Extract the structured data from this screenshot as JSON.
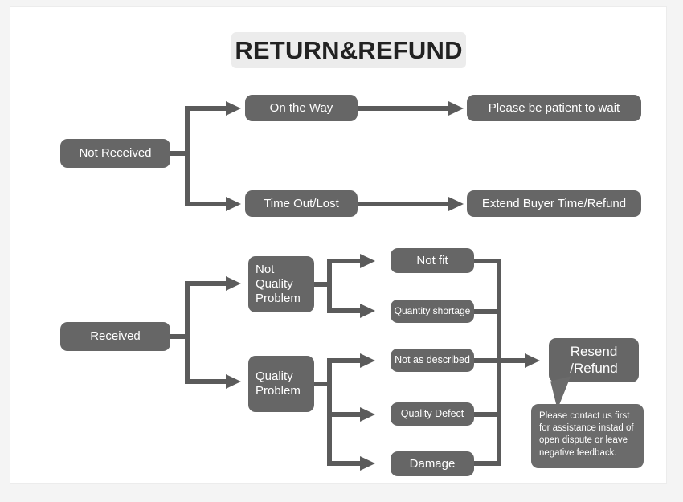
{
  "title": {
    "text": "RETURN&REFUND"
  },
  "diagram": {
    "type": "flowchart",
    "orientation": "left-to-right",
    "node_fill": "#666666",
    "node_text_color": "#ffffff",
    "connector_color": "#5b5b5b",
    "title_chip_fill": "#ececec",
    "page_background": "#ffffff",
    "canvas_background": "#f4f4f4"
  },
  "nodes": {
    "not_received": "Not Received",
    "on_the_way": "On the Way",
    "time_out_lost": "Time Out/Lost",
    "please_be_patient": "Please be patient to wait",
    "extend_buyer_time": "Extend Buyer Time/Refund",
    "received": "Received",
    "not_quality_problem": "Not\nQuality\nProblem",
    "quality_problem": "Quality\nProblem",
    "not_fit": "Not fit",
    "quantity_shortage": "Quantity shortage",
    "not_as_described": "Not as described",
    "quality_defect": "Quality Defect",
    "damage": "Damage",
    "resend_refund": "Resend\n/Refund"
  },
  "callout": {
    "text": "Please contact us first for assistance instad of open dispute or leave negative feedback."
  },
  "edges": [
    {
      "from": "not_received",
      "to": "on_the_way"
    },
    {
      "from": "not_received",
      "to": "time_out_lost"
    },
    {
      "from": "on_the_way",
      "to": "please_be_patient"
    },
    {
      "from": "time_out_lost",
      "to": "extend_buyer_time"
    },
    {
      "from": "received",
      "to": "not_quality_problem"
    },
    {
      "from": "received",
      "to": "quality_problem"
    },
    {
      "from": "not_quality_problem",
      "to": "not_fit"
    },
    {
      "from": "not_quality_problem",
      "to": "quantity_shortage"
    },
    {
      "from": "quality_problem",
      "to": "not_as_described"
    },
    {
      "from": "quality_problem",
      "to": "quality_defect"
    },
    {
      "from": "quality_problem",
      "to": "damage"
    },
    {
      "from": "not_fit",
      "to": "resend_refund"
    },
    {
      "from": "quantity_shortage",
      "to": "resend_refund"
    },
    {
      "from": "not_as_described",
      "to": "resend_refund"
    },
    {
      "from": "quality_defect",
      "to": "resend_refund"
    },
    {
      "from": "damage",
      "to": "resend_refund"
    }
  ]
}
